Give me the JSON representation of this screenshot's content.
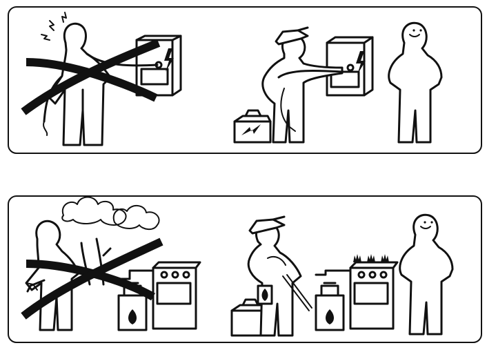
{
  "panels": [
    {
      "id": "electric",
      "scenes": [
        "diy-electrical-forbidden",
        "electrician-installs"
      ]
    },
    {
      "id": "gas",
      "scenes": [
        "diy-gas-forbidden",
        "gas-fitter-installs"
      ]
    }
  ],
  "icons": [
    "lightning-bolt-icon",
    "flame-icon",
    "cross-out-mark"
  ],
  "colors": {
    "ink": "#111111",
    "paper": "#ffffff"
  }
}
